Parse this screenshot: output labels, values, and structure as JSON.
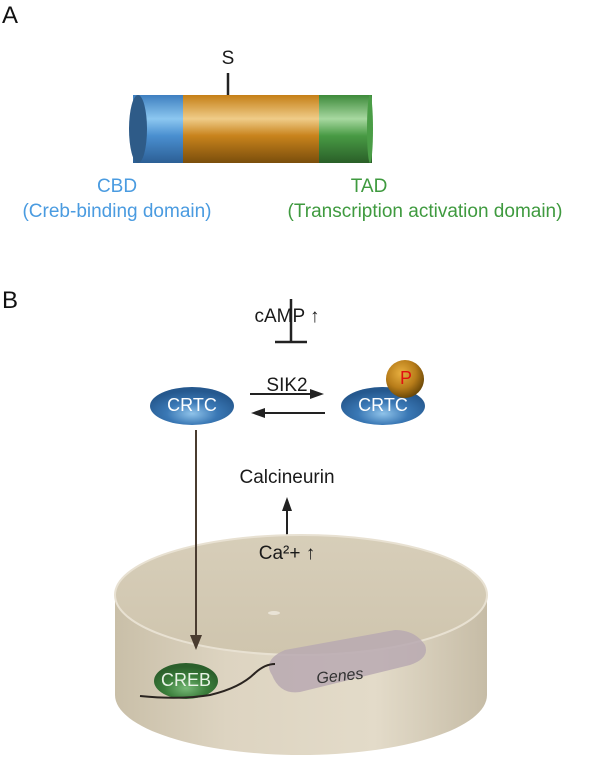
{
  "panel_a": {
    "label": "A",
    "site_label": "S",
    "domains": [
      {
        "name": "CBD",
        "description": "(Creb-binding domain)",
        "color": "#4a9be0"
      },
      {
        "name": "",
        "description": "",
        "color": "#d4901e"
      },
      {
        "name": "TAD",
        "description": "(Transcription activation domain)",
        "color": "#3f9a3f"
      }
    ]
  },
  "panel_b": {
    "label": "B",
    "camp_label": "cAMP ↑",
    "sik2_label": "SIK2",
    "crtc_left_label": "CRTC",
    "crtc_right_label": "CRTC",
    "phospho_label": "P",
    "calcineurin_label": "Calcineurin",
    "calcium_label": "Ca²+ ↑",
    "creb_label": "CREB",
    "genes_label": "Genes",
    "colors": {
      "crtc": "#2f6aa3",
      "phospho": "#b87d1a",
      "phospho_text": "#e01010",
      "creb": "#3a7d3a",
      "nucleus": "#d9d0bd",
      "genes": "#b9a9b2"
    }
  }
}
